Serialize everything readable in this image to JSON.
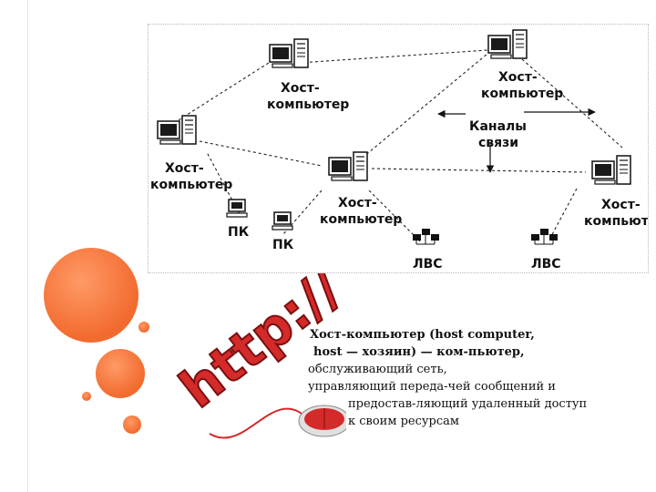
{
  "diagram": {
    "host_label_line1": "Хост-",
    "host_label_line2": "компьютер",
    "channels_line1": "Каналы",
    "channels_line2": "связи",
    "pc_label": "ПК",
    "lan_label": "ЛВС"
  },
  "description": {
    "line1": "Хост-компьютер (host computer,",
    "line2": "host — хозяин) — ком-пьютер,",
    "line3": "обслуживающий сеть,",
    "line4": "управляющий переда-чей сообщений и",
    "line5": "предостав-ляющий удаленный доступ",
    "line6": "к своим ресурсам"
  },
  "decor": {
    "logo_text": "http://"
  },
  "colors": {
    "accent_orange": "#f26a2e",
    "logo_red": "#d42a2a"
  }
}
